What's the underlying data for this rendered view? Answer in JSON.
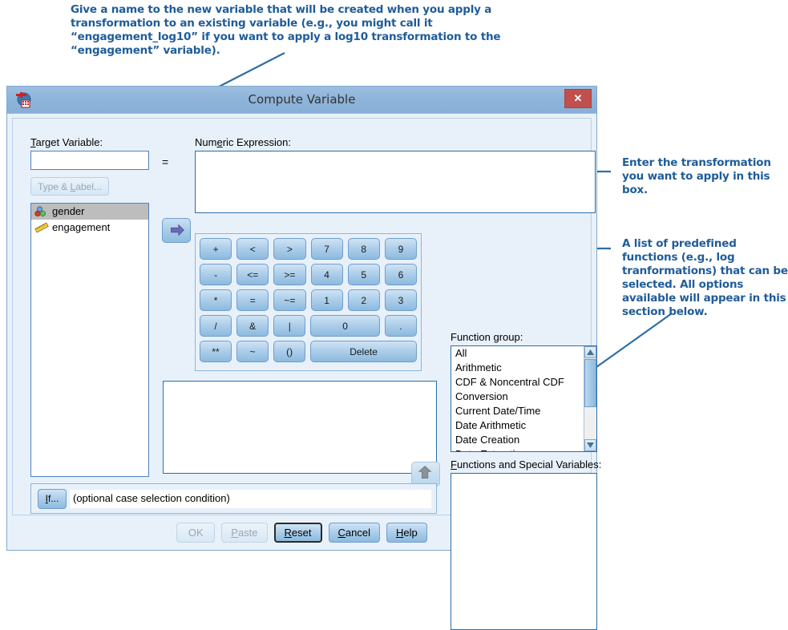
{
  "annotations": [
    {
      "id": "target",
      "text": "Give a name to the new variable that will be created when you apply a transformation to an existing variable (e.g., you might call it “engagement_log10” if you want to apply a log10 transformation to the “engagement” variable)."
    },
    {
      "id": "expression",
      "text": "Enter the transformation you want to apply in this box."
    },
    {
      "id": "function-group",
      "text": "A list of predefined functions (e.g., log tranformations) that can be selected. All options available will appear in this section below."
    }
  ],
  "dialog": {
    "title": "Compute Variable",
    "close_label": "✕",
    "app_icon": "spss-compute-icon",
    "target": {
      "label": "Target Variable:",
      "label_accel": "T",
      "value": "",
      "placeholder": ""
    },
    "equals": "=",
    "type_label_button": "Type & Label...",
    "type_label_accel": "L",
    "variables": [
      {
        "name": "gender",
        "icon": "nominal-variable-icon",
        "selected": true
      },
      {
        "name": "engagement",
        "icon": "scale-variable-icon",
        "selected": false
      }
    ],
    "move_right_button": "move-variable-to-expression",
    "move_up_button": "move-function-up",
    "expression": {
      "label": "Numeric Expression:",
      "label_accel": "e",
      "value": ""
    },
    "keypad": [
      [
        {
          "label": "+",
          "size": "w1"
        },
        {
          "label": "<",
          "size": "w1"
        },
        {
          "label": ">",
          "size": "w1"
        },
        {
          "label": "7",
          "size": "w1"
        },
        {
          "label": "8",
          "size": "w1"
        },
        {
          "label": "9",
          "size": "w1"
        }
      ],
      [
        {
          "label": "-",
          "size": "w1"
        },
        {
          "label": "<=",
          "size": "w1"
        },
        {
          "label": ">=",
          "size": "w1"
        },
        {
          "label": "4",
          "size": "w1"
        },
        {
          "label": "5",
          "size": "w1"
        },
        {
          "label": "6",
          "size": "w1"
        }
      ],
      [
        {
          "label": "*",
          "size": "w1"
        },
        {
          "label": "=",
          "size": "w1"
        },
        {
          "label": "~=",
          "size": "w1"
        },
        {
          "label": "1",
          "size": "w1"
        },
        {
          "label": "2",
          "size": "w1"
        },
        {
          "label": "3",
          "size": "w1"
        }
      ],
      [
        {
          "label": "/",
          "size": "w1"
        },
        {
          "label": "&",
          "size": "w1"
        },
        {
          "label": "|",
          "size": "w1"
        },
        {
          "label": "0",
          "size": "w2"
        },
        {
          "label": ".",
          "size": "w1"
        }
      ],
      [
        {
          "label": "**",
          "size": "w1"
        },
        {
          "label": "~",
          "size": "w1"
        },
        {
          "label": "()",
          "size": "w1"
        },
        {
          "label": "Delete",
          "size": "w3"
        }
      ]
    ],
    "function_group": {
      "label": "Function group:",
      "label_accel": "g",
      "items": [
        "All",
        "Arithmetic",
        "CDF & Noncentral CDF",
        "Conversion",
        "Current Date/Time",
        "Date Arithmetic",
        "Date Creation",
        "Date Extraction"
      ],
      "scrollbar": {
        "up": "▲",
        "down": "▼"
      }
    },
    "functions_list": {
      "label": "Functions and Special Variables:",
      "label_accel": "F",
      "items": []
    },
    "if_bar": {
      "button": "If...",
      "button_accel": "I",
      "text": "(optional case selection condition)"
    },
    "footer_buttons": [
      {
        "label": "OK",
        "accel": "",
        "state": "disabled",
        "name": "ok-button"
      },
      {
        "label": "Paste",
        "accel": "P",
        "state": "disabled",
        "name": "paste-button"
      },
      {
        "label": "Reset",
        "accel": "R",
        "state": "focus",
        "name": "reset-button"
      },
      {
        "label": "Cancel",
        "accel": "C",
        "state": "normal",
        "name": "cancel-button"
      },
      {
        "label": "Help",
        "accel": "H",
        "state": "normal",
        "name": "help-button"
      }
    ]
  },
  "colors": {
    "annotation": "#1F5C99",
    "dialog_bg": "#E8F1FA",
    "titlebar": "#8FB4DA",
    "close_btn": "#C0504D",
    "field_border": "#2E6DA4"
  }
}
